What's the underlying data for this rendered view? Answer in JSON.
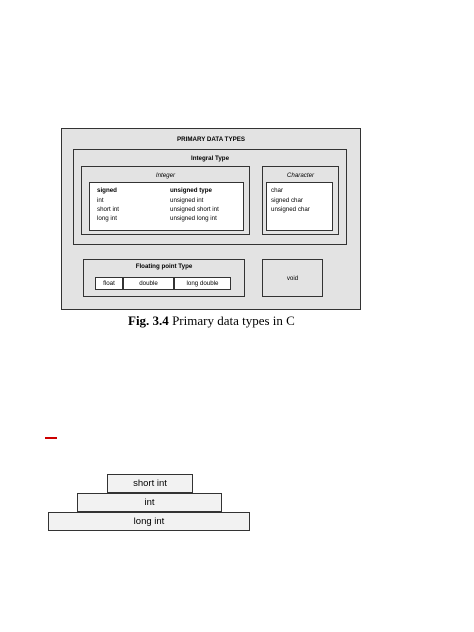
{
  "figure": {
    "title": "PRIMARY DATA TYPES",
    "integral": {
      "title": "Integral Type",
      "integer": {
        "title": "Integer",
        "signed_header": "signed",
        "unsigned_header": "unsigned type",
        "signed": [
          "int",
          "short int",
          "long int"
        ],
        "unsigned": [
          "unsigned int",
          "unsigned short int",
          "unsigned long int"
        ]
      },
      "character": {
        "title": "Character",
        "items": [
          "char",
          "signed char",
          "unsigned char"
        ]
      }
    },
    "floating": {
      "title": "Floating point Type",
      "items": [
        "float",
        "double",
        "long double"
      ]
    },
    "void": "void",
    "caption_label": "Fig. 3.4",
    "caption_text": " Primary data types in C"
  },
  "pyramid": {
    "top": "short int",
    "middle": "int",
    "bottom": "long int"
  },
  "colors": {
    "accent_red": "#cc0000",
    "box_fill": "#e3e3e3",
    "border": "#333333"
  }
}
